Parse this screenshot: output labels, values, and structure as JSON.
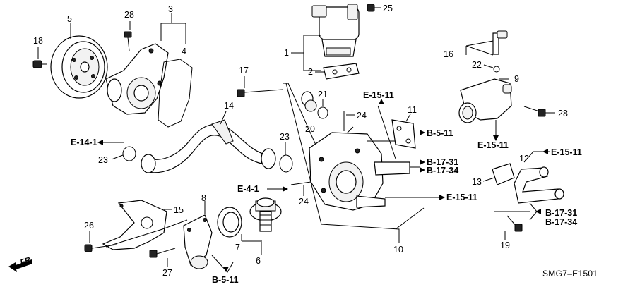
{
  "parts": {
    "p1": "1",
    "p2": "2",
    "p3": "3",
    "p4": "4",
    "p5": "5",
    "p6": "6",
    "p7": "7",
    "p8": "8",
    "p9": "9",
    "p10": "10",
    "p11": "11",
    "p12": "12",
    "p13": "13",
    "p14": "14",
    "p15": "15",
    "p16": "16",
    "p17": "17",
    "p18": "18",
    "p19": "19",
    "p20": "20",
    "p21": "21",
    "p22": "22",
    "p23a": "23",
    "p23b": "23",
    "p24a": "24",
    "p24b": "24",
    "p25": "25",
    "p26": "26",
    "p27": "27",
    "p28a": "28",
    "p28b": "28"
  },
  "refs": {
    "e14_1": "E-14-1",
    "e4_1": "E-4-1",
    "e15_11_top": "E-15-11",
    "e15_11_right_top": "E-15-11",
    "e15_11_mid": "E-15-11",
    "e15_11_right_mid": "E-15-11",
    "b5_11_right": "B-5-11",
    "b5_11_bottom": "B-5-11",
    "b17_31_mid": "B-17-31",
    "b17_34_mid": "B-17-34",
    "b17_31_right": "B-17-31",
    "b17_34_right": "B-17-34"
  },
  "footer": {
    "diagram_code": "SMG7–E1501",
    "front_label": "FR."
  }
}
